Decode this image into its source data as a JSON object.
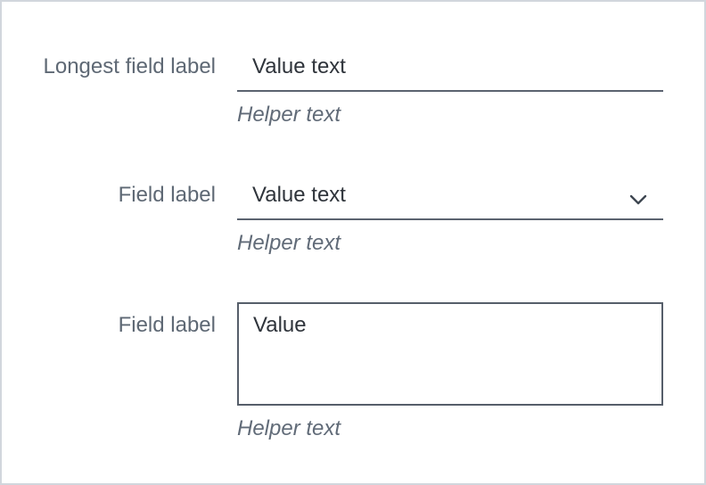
{
  "panel": {
    "fields": [
      {
        "label": "Longest field label",
        "value": "Value text",
        "helper": "Helper text",
        "control": "text-input-underline"
      },
      {
        "label": "Field label",
        "value": "Value text",
        "helper": "Helper text",
        "control": "select-underline"
      },
      {
        "label": "Field label",
        "value": "Value",
        "helper": "Helper text",
        "control": "textarea"
      }
    ]
  },
  "icons": {
    "chevron_down": "chevron-down-icon"
  },
  "colors": {
    "background": "#ffffff",
    "frame_border": "#d1d6dd",
    "label_text": "#5e6874",
    "value_text": "#2f343b",
    "underline": "#5b6370",
    "textarea_border": "#565e6a",
    "helper_text": "#616b78",
    "chevron": "#3e4751"
  }
}
